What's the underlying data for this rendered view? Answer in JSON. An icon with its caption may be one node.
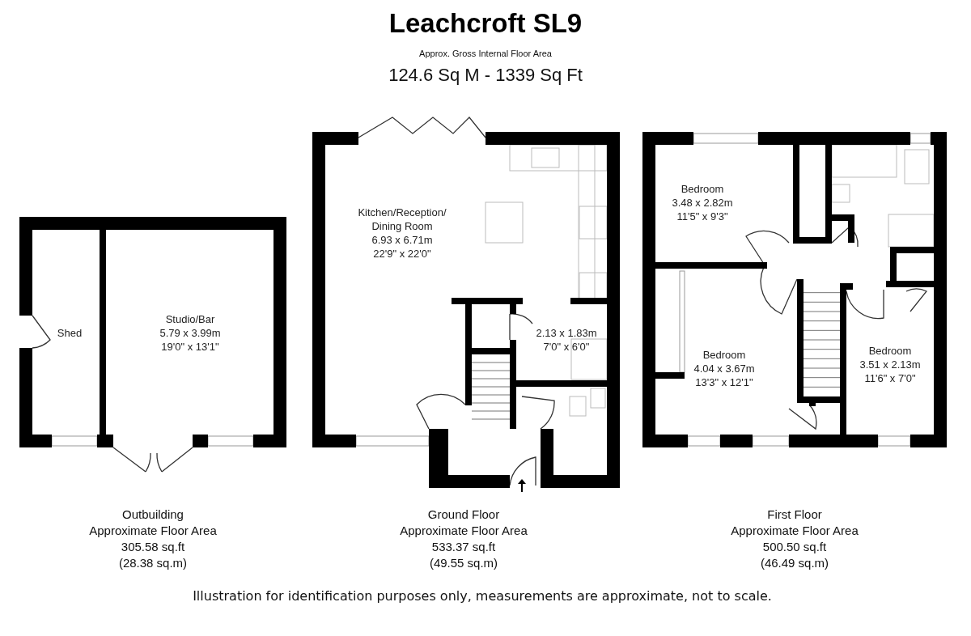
{
  "diagram": {
    "title": "Leachcroft SL9",
    "nodes": [
      {
        "text": [
          "Shed"
        ]
      },
      {
        "text": [
          "Studio/Bar",
          "5.79 x 3.99m",
          "19'0\" x 13'1\""
        ]
      },
      {
        "text": [
          "Kitchen/Reception/ Dining Room",
          "6.93 x 6.71m",
          "22'9\" x 22'0\""
        ]
      },
      {
        "text": [
          "2.13 x 1.83m",
          "7'0\" x 6'0\""
        ]
      },
      {
        "text": [
          "Bedroom",
          "3.48 x 2.82m",
          "11'5\" x 9'3\""
        ]
      },
      {
        "text": [
          "Bedroom",
          "4.04 x 3.67m",
          "13'3\" x 12'1\""
        ]
      },
      {
        "text": [
          "Bedroom",
          "3.51 x 2.13m",
          "11'6\" x 7'0\""
        ]
      }
    ],
    "labels": [
      "Approx. Gross Internal Floor Area",
      "124.6 Sq M - 1339 Sq Ft",
      "Outbuilding",
      "Approximate Floor Area",
      "305.58 sq.ft",
      "(28.38 sq.m)",
      "Ground Floor",
      "Approximate Floor Area",
      "533.37 sq.ft",
      "(49.55 sq.m)",
      "First Floor",
      "Approximate Floor Area",
      "500.50 sq.ft",
      "(46.49 sq.m)",
      "Illustration for identification purposes only, measurements are approximate, not to scale."
    ]
  }
}
